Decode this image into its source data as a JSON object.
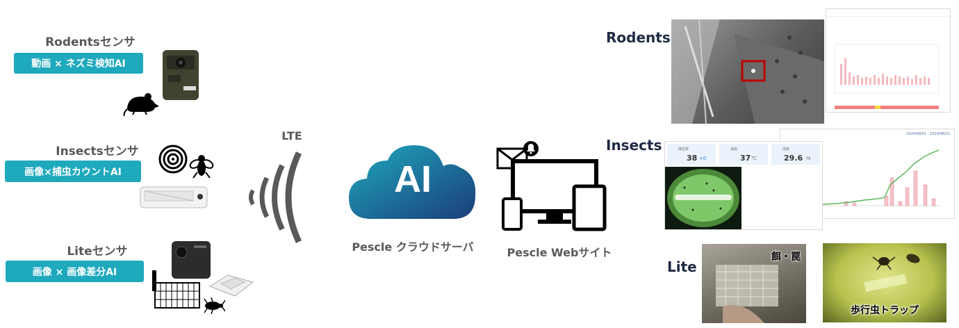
{
  "sensors": [
    {
      "title": "Rodentsセンサ",
      "badge": "動画 × ネズミ検知AI",
      "animal_icon": "mouse-icon",
      "device_icon": "trail-camera-icon"
    },
    {
      "title": "Insectsセンサ",
      "badge": "画像×捕虫カウントAI",
      "animal_icon": "fly-icon",
      "device_icon": "insect-trap-light-icon"
    },
    {
      "title": "Liteセンサ",
      "badge": "画像 × 画像差分AI",
      "animal_icon": "cockroach-icon",
      "device_icon": "lite-camera-icon"
    }
  ],
  "network": {
    "label": "LTE",
    "icon": "wireless-signal-icon"
  },
  "cloud": {
    "text": "AI",
    "label": "Pescle クラウドサーバ",
    "icon": "cloud-icon"
  },
  "web": {
    "label": "Pescle Webサイト",
    "icon": "devices-with-notification-icon"
  },
  "outputs": {
    "rodents_label": "Rodents",
    "insects_label": "Insects",
    "lite_label": "Lite",
    "insects_panel": {
      "stats": [
        {
          "label": "捕虫数",
          "value": "38",
          "delta": "+0"
        },
        {
          "label": "温度",
          "value": "37",
          "unit": "℃"
        },
        {
          "label": "湿度",
          "value": "29.6",
          "unit": "%"
        }
      ],
      "chart_range": "2024/08/01 - 2024/08/31"
    },
    "lite_photos": [
      {
        "caption": "餌・罠"
      },
      {
        "caption": "歩行虫トラップ"
      }
    ]
  },
  "colors": {
    "teal": "#1fa9bd",
    "cloud_gradient_start": "#1fa9bd",
    "cloud_gradient_end": "#1b3d7a",
    "dark_navy": "#1f2a44"
  }
}
